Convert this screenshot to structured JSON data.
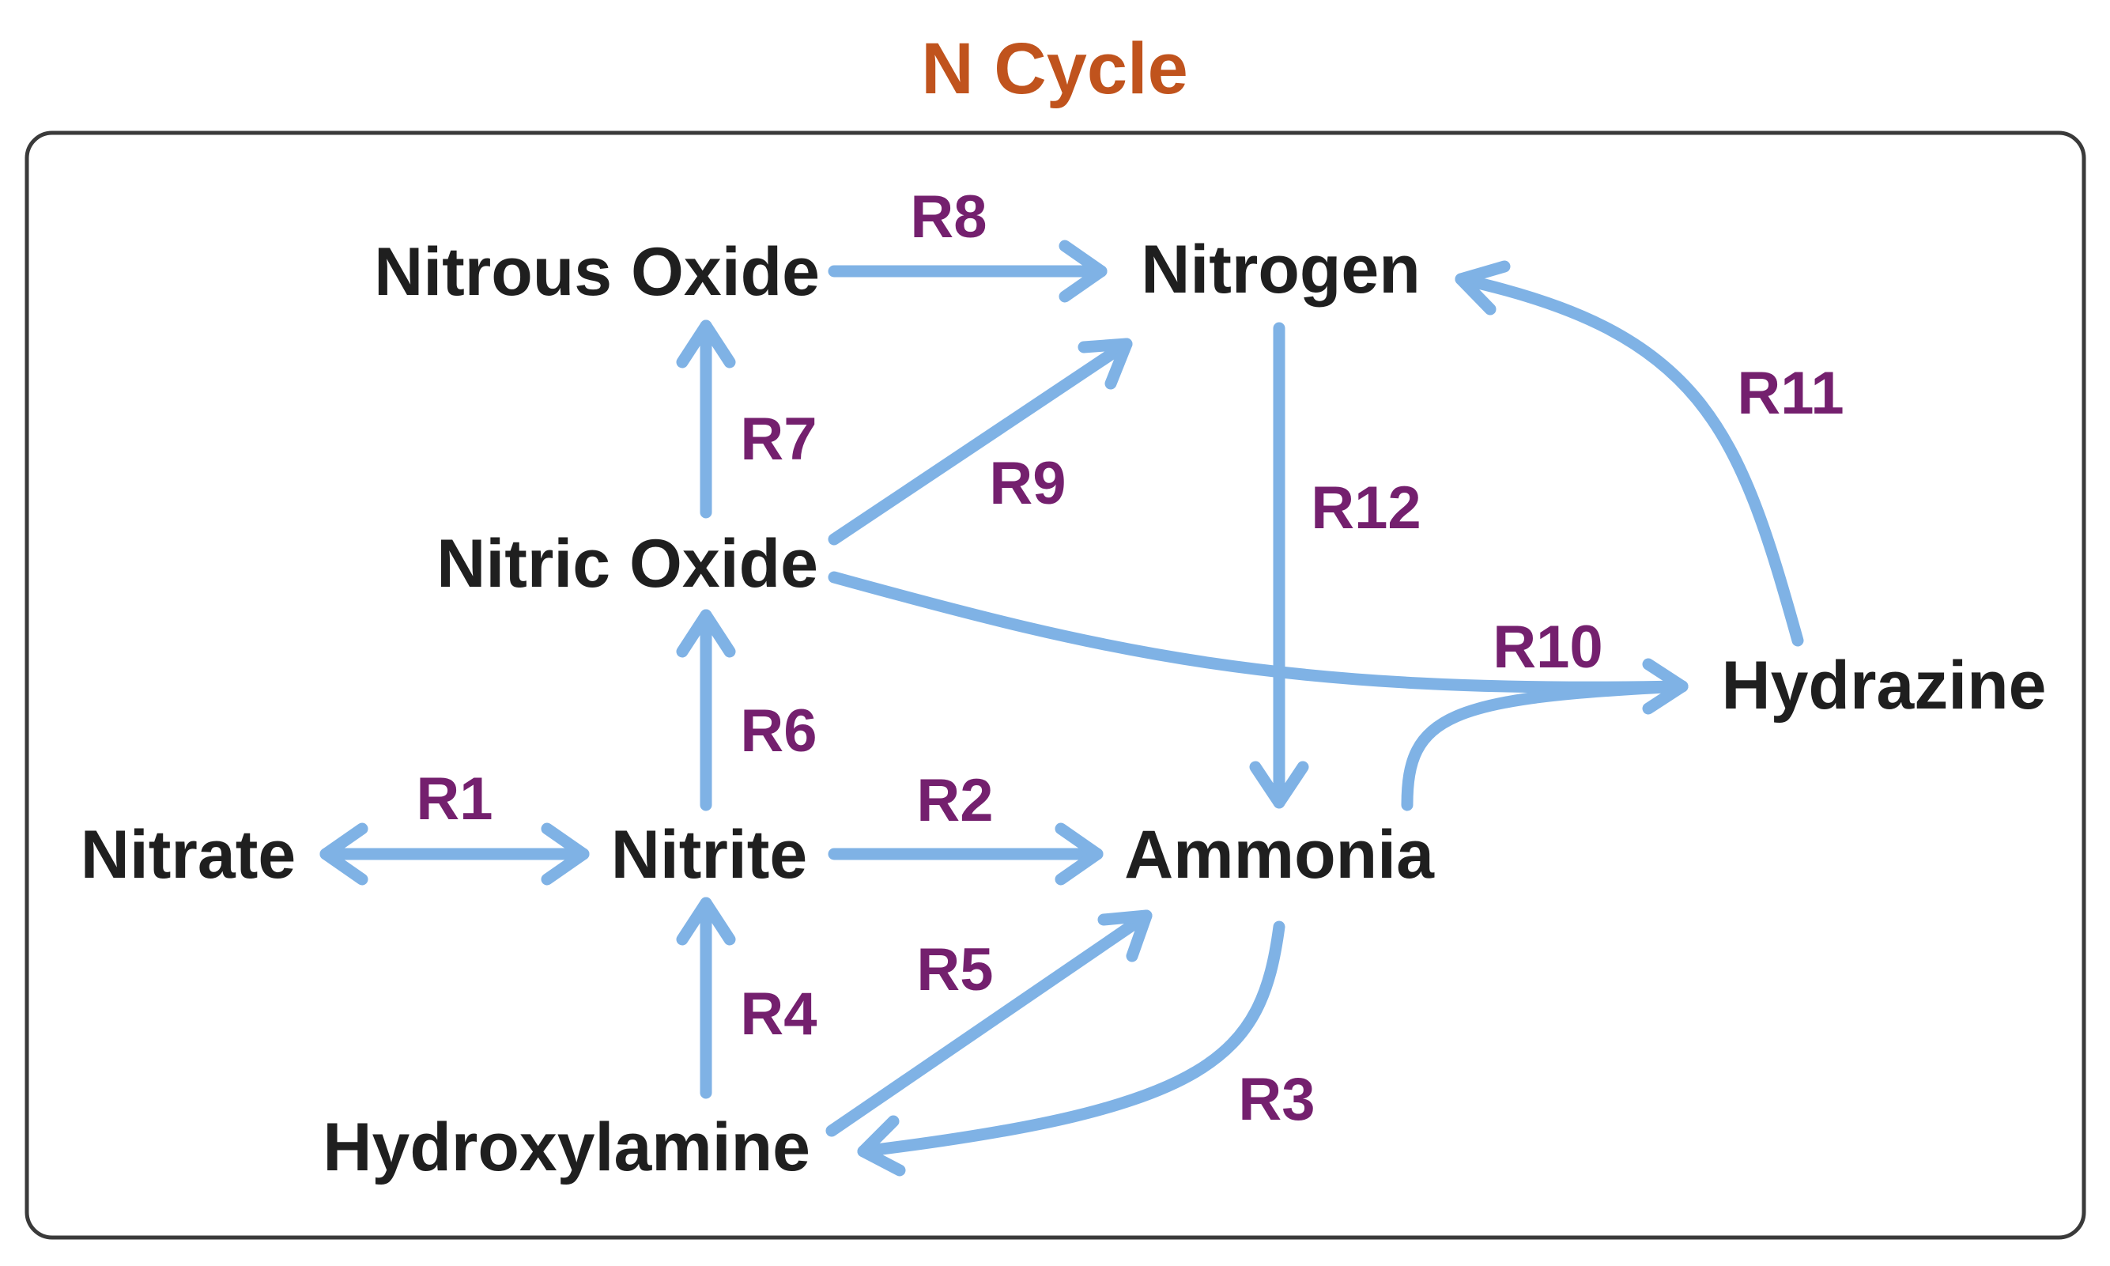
{
  "title": "N Cycle",
  "colors": {
    "title": "#c0531d",
    "node_text": "#1f1f1f",
    "reaction_text": "#74206e",
    "arrow": "#7fb2e5",
    "frame": "#3a3a3a"
  },
  "nodes": {
    "nitrous_oxide": "Nitrous Oxide",
    "nitrogen": "Nitrogen",
    "nitric_oxide": "Nitric Oxide",
    "hydrazine": "Hydrazine",
    "nitrate": "Nitrate",
    "nitrite": "Nitrite",
    "ammonia": "Ammonia",
    "hydroxylamine": "Hydroxylamine"
  },
  "reactions": {
    "r1": "R1",
    "r2": "R2",
    "r3": "R3",
    "r4": "R4",
    "r5": "R5",
    "r6": "R6",
    "r7": "R7",
    "r8": "R8",
    "r9": "R9",
    "r10": "R10",
    "r11": "R11",
    "r12": "R12"
  },
  "edges": [
    {
      "reaction": "R1",
      "from": "Nitrate",
      "to": "Nitrite",
      "bidirectional": true
    },
    {
      "reaction": "R2",
      "from": "Nitrite",
      "to": "Ammonia"
    },
    {
      "reaction": "R3",
      "from": "Ammonia",
      "to": "Hydroxylamine"
    },
    {
      "reaction": "R4",
      "from": "Hydroxylamine",
      "to": "Nitrite"
    },
    {
      "reaction": "R5",
      "from": "Hydroxylamine",
      "to": "Ammonia"
    },
    {
      "reaction": "R6",
      "from": "Nitrite",
      "to": "Nitric Oxide"
    },
    {
      "reaction": "R7",
      "from": "Nitric Oxide",
      "to": "Nitrous Oxide"
    },
    {
      "reaction": "R8",
      "from": "Nitrous Oxide",
      "to": "Nitrogen"
    },
    {
      "reaction": "R9",
      "from": "Nitric Oxide",
      "to": "Nitrogen"
    },
    {
      "reaction": "R10",
      "from": "Nitric Oxide",
      "to": "Hydrazine"
    },
    {
      "reaction": "R10",
      "from": "Ammonia",
      "to": "Hydrazine"
    },
    {
      "reaction": "R11",
      "from": "Hydrazine",
      "to": "Nitrogen"
    },
    {
      "reaction": "R12",
      "from": "Nitrogen",
      "to": "Ammonia"
    }
  ]
}
